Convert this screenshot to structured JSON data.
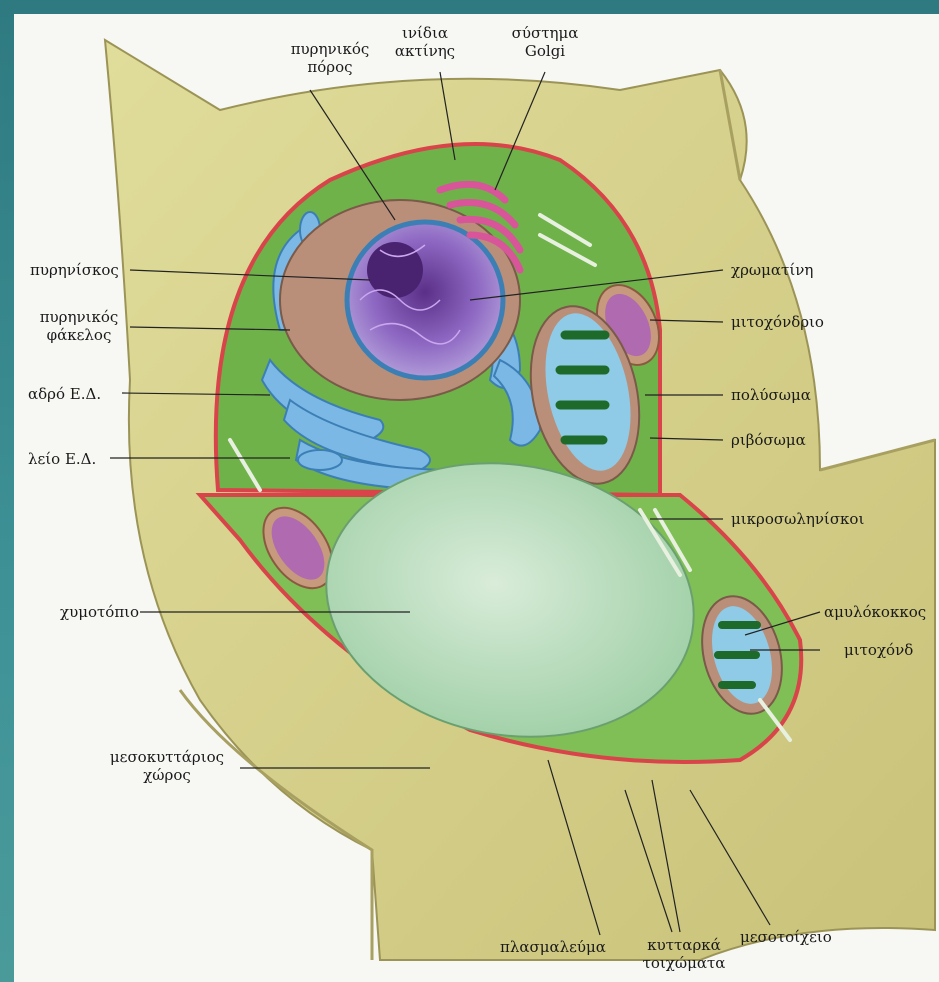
{
  "labels": {
    "nuclear_pore": [
      "πυρηνικός",
      "πόρος"
    ],
    "actin_filaments": [
      "ινίδια",
      "ακτίνης"
    ],
    "golgi": [
      "σύστημα",
      "Golgi"
    ],
    "nucleolus": "πυρηνίσκος",
    "nuclear_envelope": [
      "πυρηνικός",
      "φάκελος"
    ],
    "rough_er": "αδρό Ε.Δ.",
    "smooth_er": "λείο Ε.Δ.",
    "chromatin": "χρωματίνη",
    "mitochondrion_1": "μιτοχόνδριο",
    "polysome": "πολύσωμα",
    "ribosome": "ριβόσωμα",
    "microtubules": "μικροσωληνίσκοι",
    "vacuole": "χυμοτόπιο",
    "amyloplast": "αμυλόκοκκος",
    "mitochondrion_2": "μιτοχόνδ",
    "intercellular_space": [
      "μεσοκυττάριος",
      "χώρος"
    ],
    "plasma_membrane": "πλασμαλεύμα",
    "cell_walls": [
      "κυτταρκά",
      "τοιχώματα"
    ],
    "middle_lamella": "μεσοτοίχειο"
  },
  "colors": {
    "frame": "#3d8c90",
    "wall": "#d6d18a",
    "cytoplasm": "#7fbf55",
    "nucleus": "#7a4fa8",
    "er": "#7bb8e6",
    "golgi": "#d8559a",
    "membrane": "#d9434a"
  }
}
